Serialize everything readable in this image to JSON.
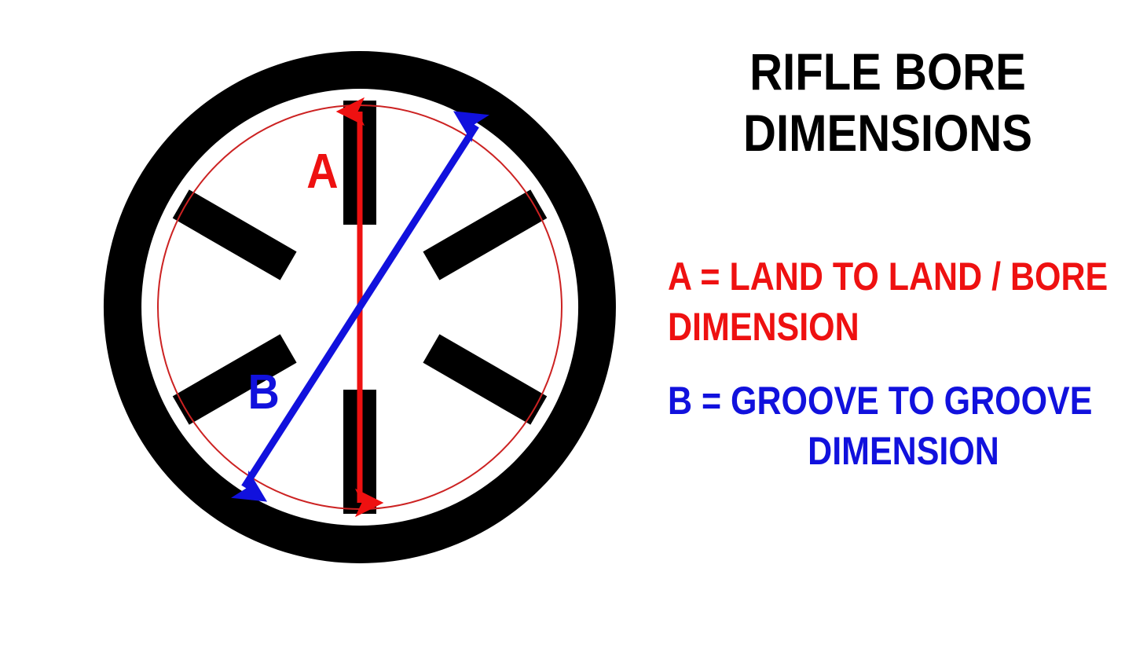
{
  "title": {
    "line1": "RIFLE BORE",
    "line2": "DIMENSIONS"
  },
  "legend": {
    "a": {
      "line1": "A = LAND TO LAND / BORE",
      "line2": "DIMENSION"
    },
    "b": {
      "line1": "B = GROOVE TO GROOVE",
      "line2": "DIMENSION"
    }
  },
  "diagram": {
    "label_a": "A",
    "label_b": "B"
  },
  "colors": {
    "barrel": "#000000",
    "bore_red": "#ee1111",
    "groove_blue": "#1111dd",
    "background": "#ffffff",
    "title": "#000000"
  }
}
